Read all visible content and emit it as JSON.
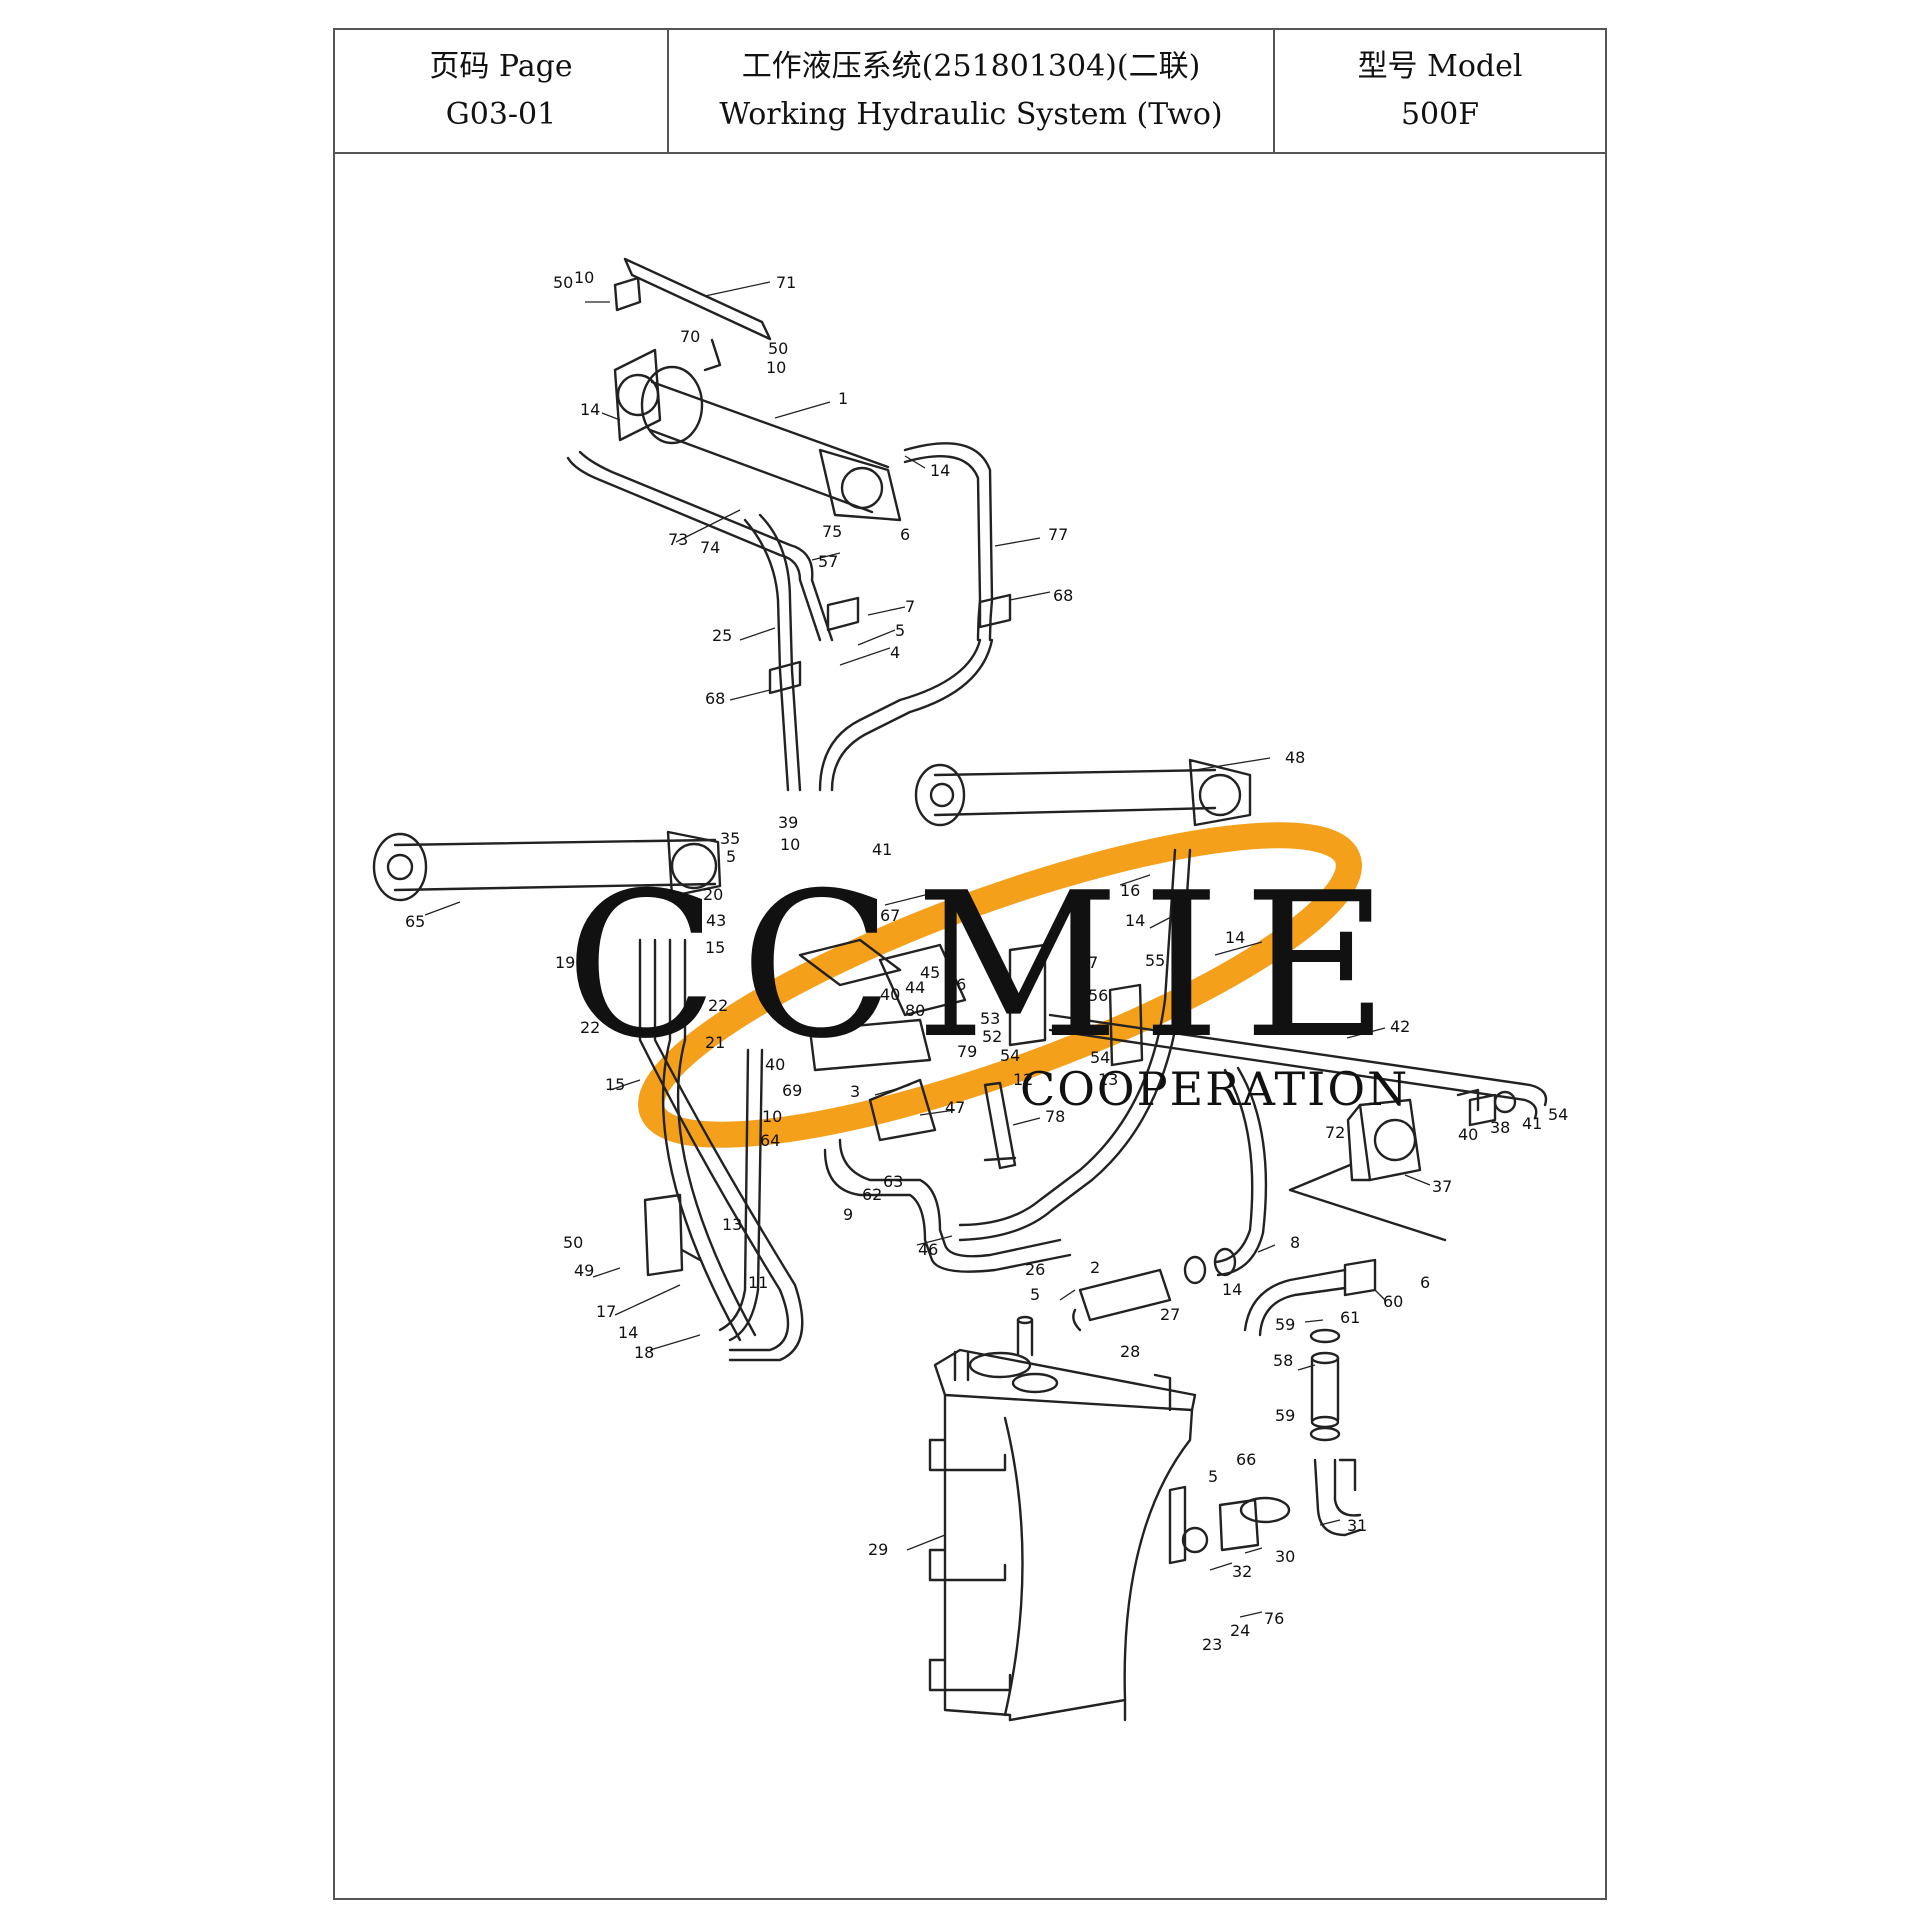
{
  "header": {
    "page_label": "页码 Page",
    "page_value": "G03-01",
    "title_cn": "工作液压系统(251801304)(二联)",
    "title_en": "Working Hydraulic System (Two)",
    "model_label": "型号 Model",
    "model_value": "500F"
  },
  "watermark": {
    "brand": "CCMIE",
    "sub": "COOPERATION",
    "ring_color": "#F5A01A"
  },
  "callouts": [
    "50",
    "10",
    "71",
    "70",
    "50",
    "10",
    "1",
    "14",
    "14",
    "73",
    "74",
    "75",
    "6",
    "57",
    "77",
    "7",
    "5",
    "4",
    "25",
    "68",
    "68",
    "48",
    "35",
    "39",
    "5",
    "10",
    "41",
    "20",
    "43",
    "67",
    "65",
    "16",
    "14",
    "15",
    "19",
    "14",
    "22",
    "22",
    "21",
    "40",
    "44",
    "45",
    "26",
    "80",
    "53",
    "52",
    "54",
    "56",
    "57",
    "55",
    "42",
    "79",
    "15",
    "40",
    "69",
    "3",
    "12",
    "54",
    "13",
    "10",
    "64",
    "47",
    "78",
    "63",
    "62",
    "9",
    "50",
    "13",
    "49",
    "46",
    "26",
    "2",
    "5",
    "27",
    "14",
    "8",
    "11",
    "17",
    "14",
    "18",
    "28",
    "72",
    "40",
    "38",
    "41",
    "54",
    "37",
    "6",
    "60",
    "61",
    "59",
    "58",
    "59",
    "29",
    "66",
    "5",
    "31",
    "30",
    "32",
    "76",
    "24",
    "23"
  ]
}
